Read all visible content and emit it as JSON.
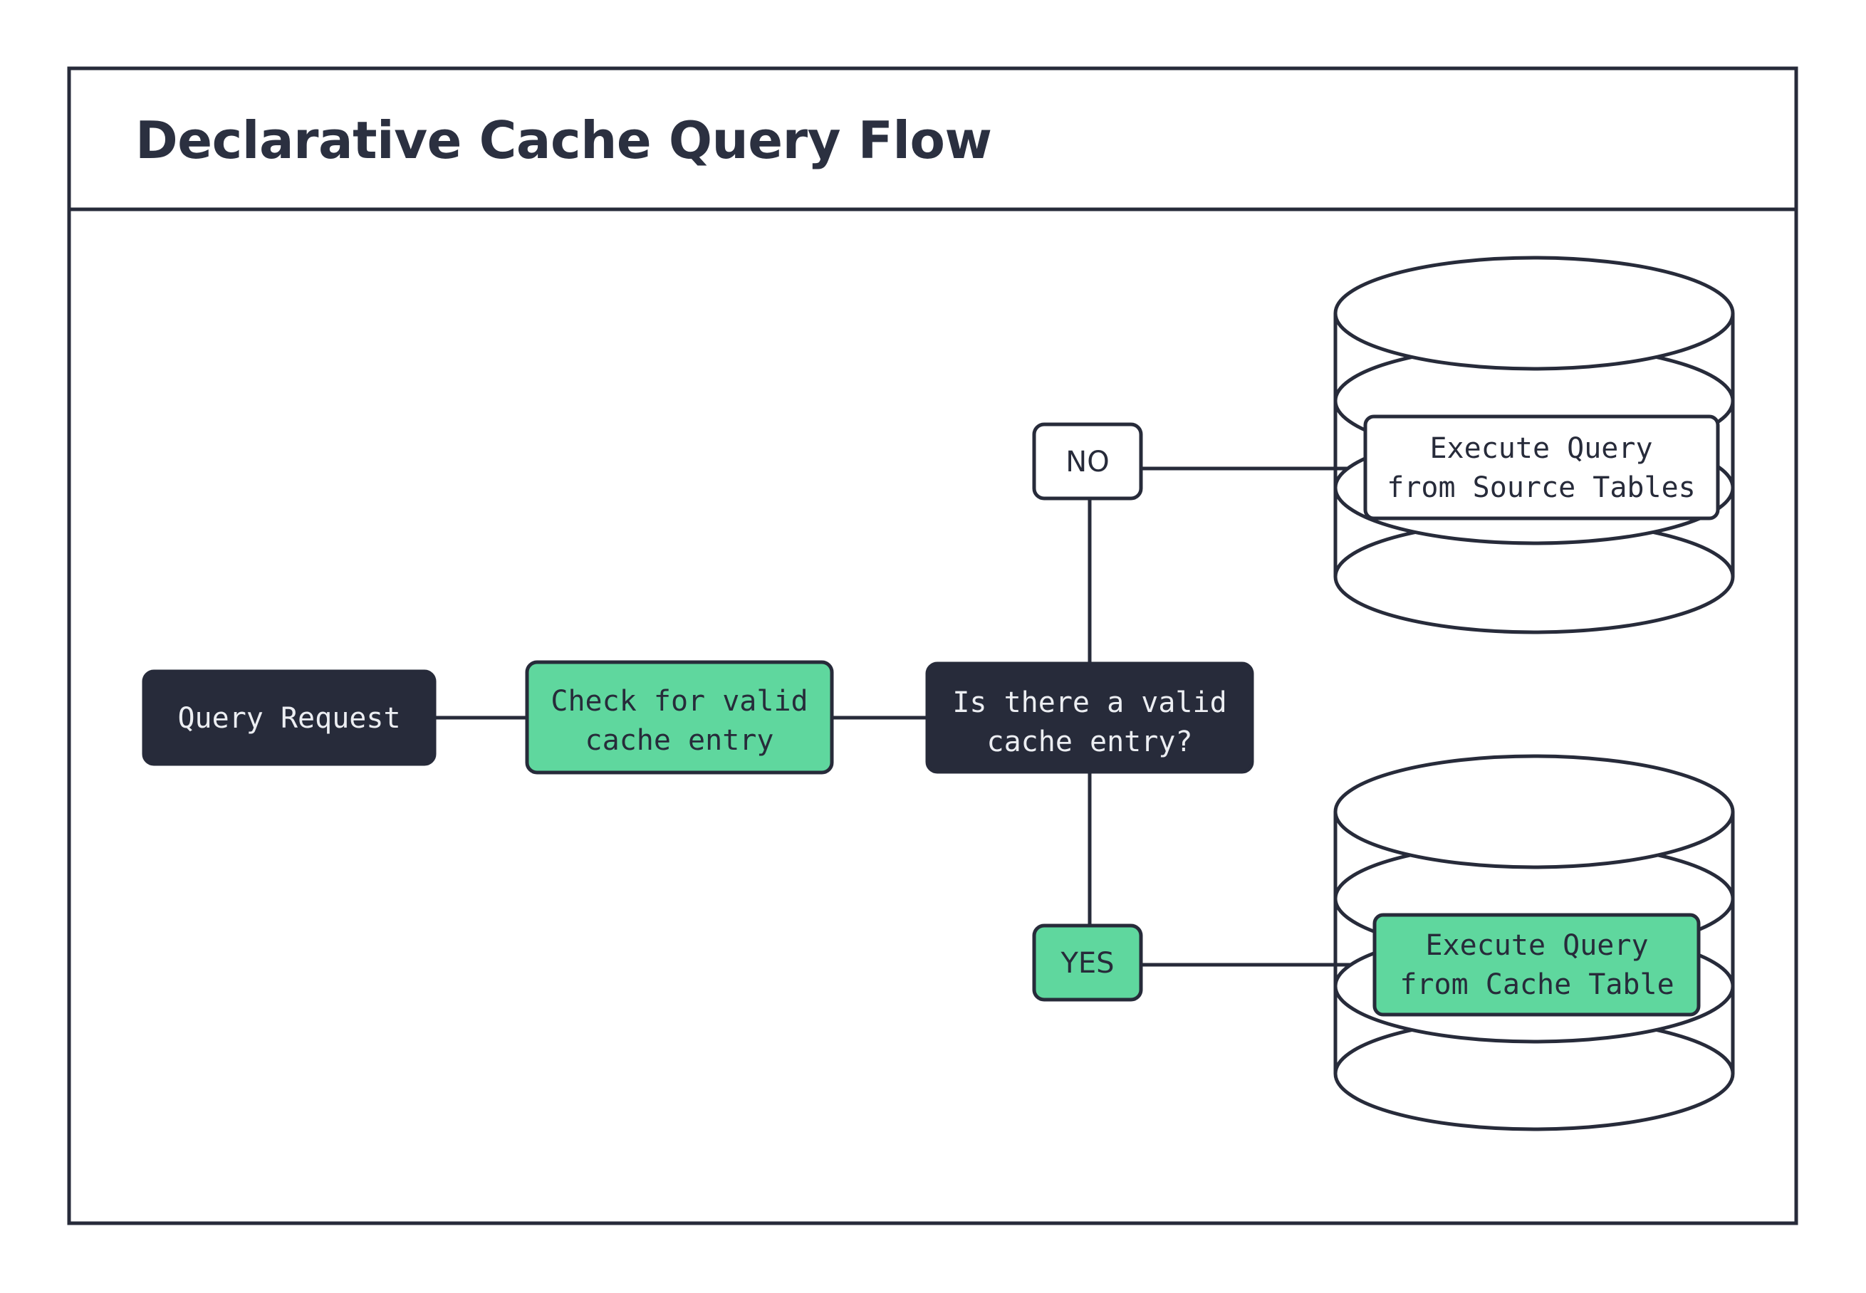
{
  "diagram": {
    "title": "Declarative Cache Query Flow",
    "colors": {
      "dark": "#272b3a",
      "green": "#5fd79e",
      "white": "#ffffff",
      "background": "#ffffff",
      "stroke": "#272b3a"
    },
    "nodes": {
      "query_request": {
        "label": "Query Request",
        "style": "dark"
      },
      "check_cache": {
        "line1": "Check for valid",
        "line2": "cache entry",
        "style": "green"
      },
      "decision": {
        "line1": "Is there a valid",
        "line2": "cache entry?",
        "style": "dark"
      },
      "branch_no": {
        "label": "NO",
        "style": "white"
      },
      "branch_yes": {
        "label": "YES",
        "style": "green"
      },
      "source_db": {
        "line1": "Execute Query",
        "line2": "from Source Tables",
        "style": "white",
        "container": "database-cylinder"
      },
      "cache_db": {
        "line1": "Execute Query",
        "line2": "from Cache Table",
        "style": "green",
        "container": "database-cylinder"
      }
    },
    "edges": [
      {
        "from": "query_request",
        "to": "check_cache",
        "label": ""
      },
      {
        "from": "check_cache",
        "to": "decision",
        "label": ""
      },
      {
        "from": "decision",
        "to": "branch_no",
        "label": "NO"
      },
      {
        "from": "decision",
        "to": "branch_yes",
        "label": "YES"
      },
      {
        "from": "branch_no",
        "to": "source_db",
        "label": ""
      },
      {
        "from": "branch_yes",
        "to": "cache_db",
        "label": ""
      }
    ]
  }
}
